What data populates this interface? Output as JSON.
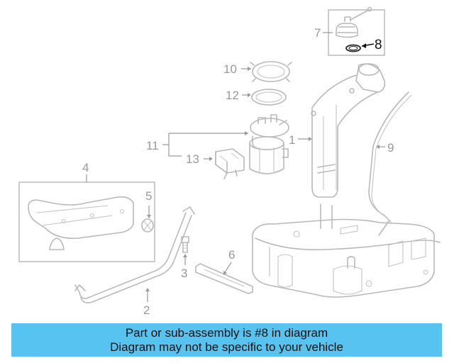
{
  "diagram": {
    "callouts": {
      "c1": "1",
      "c2": "2",
      "c3": "3",
      "c4": "4",
      "c5": "5",
      "c6": "6",
      "c7": "7",
      "c8": "8",
      "c9": "9",
      "c10": "10",
      "c11": "11",
      "c12": "12",
      "c13": "13"
    },
    "highlighted_part": "8",
    "colors": {
      "part_line": "#b9b9b9",
      "label": "#999999",
      "highlight": "#111111"
    }
  },
  "banner": {
    "line1": "Part or sub-assembly is #8 in diagram",
    "line2": "Diagram may not be specific to your vehicle",
    "background": "#56c3f1"
  }
}
